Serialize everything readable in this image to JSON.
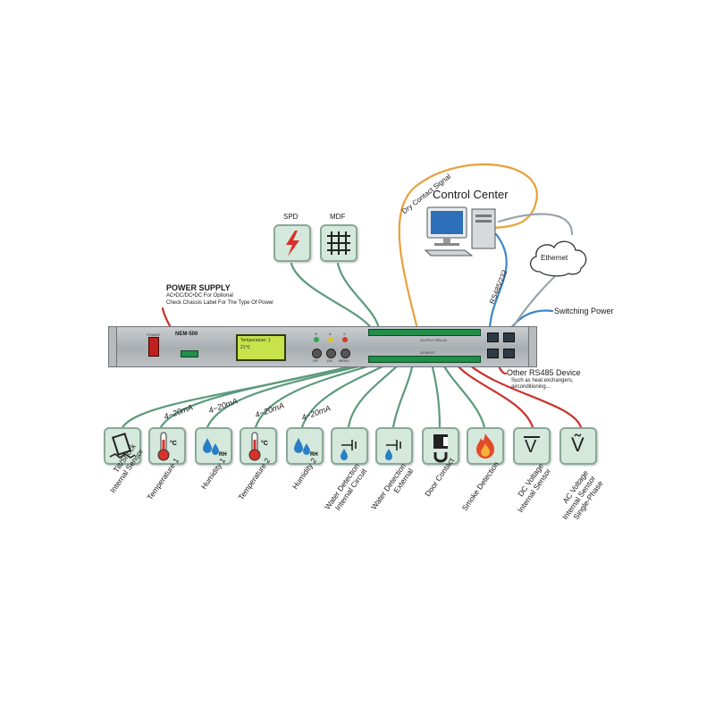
{
  "device": {
    "model": "NEM-500",
    "power_label": "POWER",
    "lcd_line1": "Temperature: 1",
    "lcd_line2": "21℃",
    "led_labels": [
      "R",
      "A",
      "S"
    ],
    "button_labels": [
      "UP",
      "DN",
      "MENU"
    ],
    "output_label": "OUTPUT RELAY",
    "input_label": "DI INPUT"
  },
  "power_supply": {
    "title": "POWER SUPPLY",
    "line1": "AC•DC/DC•DC For Optional",
    "line2": "Check Chassis Label For The Type Of Power"
  },
  "top_devices": [
    {
      "label": "SPD",
      "icon": "lightning-bolt-icon"
    },
    {
      "label": "MDF",
      "icon": "grid-icon"
    }
  ],
  "control_center": {
    "label": "Control Center",
    "icon": "desktop-computer-icon"
  },
  "cloud": {
    "label": "Ethernet"
  },
  "dry_contact": "Dry Contact Signal",
  "rs485_232": "RS485/232",
  "switching_power": "Switching Power",
  "other_rs485": {
    "title": "Other RS485 Device",
    "line1": "Such as heat exchangers,",
    "line2": "airconditioning..."
  },
  "current_loop": "4~20mA",
  "sensors": [
    {
      "lines": [
        "Tilt/Shock",
        "Internal Sensor"
      ],
      "icon": "tilt-sensor-icon"
    },
    {
      "lines": [
        "Temperature 1"
      ],
      "icon": "thermometer-icon",
      "unit": "°C"
    },
    {
      "lines": [
        "Humidity 1"
      ],
      "icon": "water-drops-icon",
      "unit": "RH"
    },
    {
      "lines": [
        "Temperature 2"
      ],
      "icon": "thermometer-icon",
      "unit": "°C"
    },
    {
      "lines": [
        "Humidity 2"
      ],
      "icon": "water-drops-icon",
      "unit": "RH"
    },
    {
      "lines": [
        "Water Detection",
        "Internal Circuit"
      ],
      "icon": "water-sensor-icon"
    },
    {
      "lines": [
        "Water Detection",
        "External"
      ],
      "icon": "water-sensor-icon"
    },
    {
      "lines": [
        "Door Contact"
      ],
      "icon": "door-magnet-icon"
    },
    {
      "lines": [
        "Smoke Detection"
      ],
      "icon": "flame-icon"
    },
    {
      "lines": [
        "DC Voltage",
        "Internal Sensor"
      ],
      "icon": "dc-voltage-icon",
      "symbol": "V"
    },
    {
      "lines": [
        "AC Voltage",
        "Internal Sensor",
        "Single-Phase"
      ],
      "icon": "ac-voltage-icon",
      "symbol": "Ṽ"
    }
  ],
  "colors": {
    "wire_green": "#5c9a7c",
    "wire_orange": "#e8a03a",
    "wire_blue": "#3a86c8",
    "wire_red": "#c8322c",
    "wire_gray": "#9aa4aa",
    "tile_fill": "#d4e8dc",
    "tile_border": "#8aa898"
  }
}
